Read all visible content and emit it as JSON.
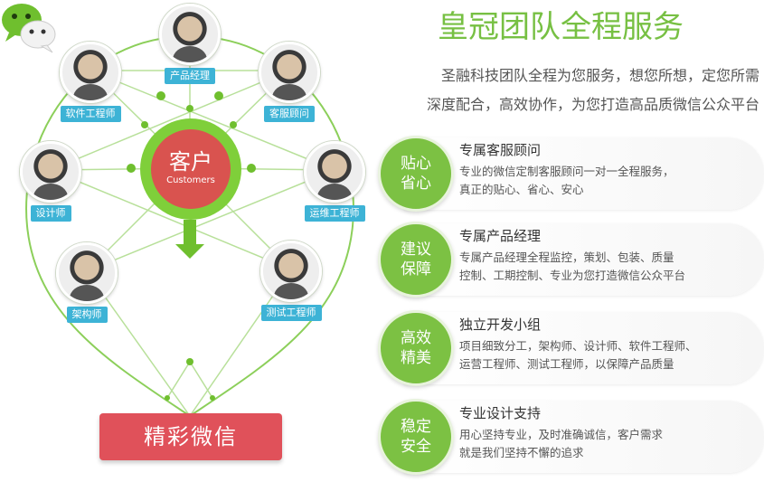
{
  "header": {
    "title": "皇冠团队全程服务",
    "intro_line1": "圣融科技团队全程为您服务，想您所想，定您所需",
    "intro_line2": "深度配合，高效协作，为您打造高品质微信公众平台"
  },
  "diagram": {
    "center_cn": "客户",
    "center_en": "Customers",
    "bottom_label": "精彩微信",
    "members": [
      {
        "label": "产品经理"
      },
      {
        "label": "客服顾问"
      },
      {
        "label": "运维工程师"
      },
      {
        "label": "测试工程师"
      },
      {
        "label": "架构师"
      },
      {
        "label": "设计师"
      },
      {
        "label": "软件工程师"
      }
    ]
  },
  "features": [
    {
      "badge1": "贴心",
      "badge2": "省心",
      "title": "专属客服顾问",
      "desc1": "专业的微信定制客服顾问一对一全程服务，",
      "desc2": "真正的贴心、省心、安心"
    },
    {
      "badge1": "建议",
      "badge2": "保障",
      "title": "专属产品经理",
      "desc1": "专属产品经理全程监控，策划、包装、质量",
      "desc2": "控制、工期控制、专业为您打造微信公众平台"
    },
    {
      "badge1": "高效",
      "badge2": "精美",
      "title": "独立开发小组",
      "desc1": "项目细致分工，架构师、设计师、软件工程师、",
      "desc2": "运营工程师、测试工程师，以保障产品质量"
    },
    {
      "badge1": "稳定",
      "badge2": "安全",
      "title": "专业设计支持",
      "desc1": "用心坚持专业，及时准确诚信，客户需求",
      "desc2": "就是我们坚持不懈的追求"
    }
  ],
  "colors": {
    "accent_green": "#77c043",
    "tag_blue": "#3db3d6",
    "customer_red": "#d9534f",
    "bottom_red": "#e0515a"
  }
}
